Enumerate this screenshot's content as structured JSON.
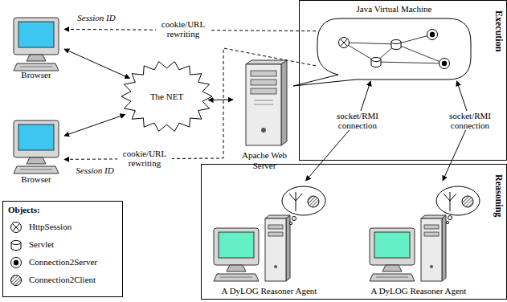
{
  "diagram": {
    "nodes": [
      {
        "text": [
          "Browser"
        ]
      },
      {
        "text": [
          "Browser"
        ]
      },
      {
        "text": [
          "The NET"
        ]
      },
      {
        "text": [
          "Execution"
        ]
      },
      {
        "text": [
          "Java Virtual Machine"
        ],
        "in": 3
      },
      {
        "text": [
          "Apache Web Server"
        ]
      },
      {
        "text": [
          "Reasoning"
        ]
      },
      {
        "text": [
          "A DyLOG Reasoner Agent"
        ],
        "in": 6
      },
      {
        "text": [
          "A DyLOG Reasoner Agent"
        ],
        "in": 6
      }
    ],
    "edges": [
      {
        "from": 0,
        "to": 2,
        "arrow": "both"
      },
      {
        "from": 1,
        "to": 2,
        "arrow": "both"
      },
      {
        "from": 2,
        "to": 5,
        "arrow": "both"
      },
      {
        "from": 4,
        "to": 0,
        "arrow": "to",
        "label": "cookie/URL rewriting"
      },
      {
        "from": 4,
        "to": 1,
        "arrow": "to",
        "label": "cookie/URL rewriting"
      },
      {
        "from": 4,
        "to": 7,
        "arrow": "both",
        "label": "socket/RMI connection"
      },
      {
        "from": 4,
        "to": 8,
        "arrow": "both",
        "label": "socket/RMI connection"
      }
    ],
    "labels": [
      "Session ID",
      "Session ID",
      "Objects:"
    ],
    "legend": [
      {
        "text": "HttpSession"
      },
      {
        "text": "Servlet"
      },
      {
        "text": "Connection2Server"
      },
      {
        "text": "Connection2Client"
      }
    ]
  }
}
